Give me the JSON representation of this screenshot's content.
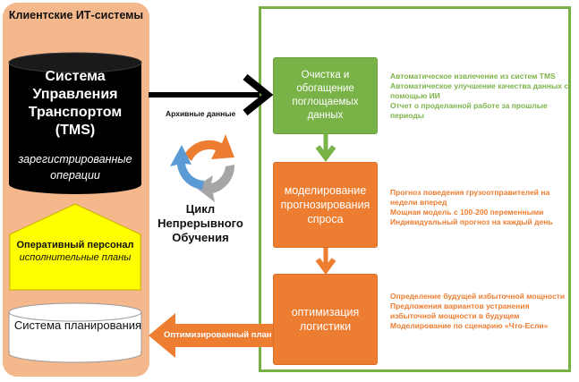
{
  "client_systems": {
    "title": "Клиентские ИТ-системы",
    "tms": {
      "title": "Система Управления Транспортом (TMS)",
      "subtitle": "зарегистрированные операции"
    },
    "staff": {
      "title": "Оперативный персонал",
      "subtitle": "исполнительные планы"
    },
    "planning": {
      "title": "Система планирования"
    }
  },
  "flow": {
    "archive_data_label": "Архивные данные",
    "cycle_label": "Цикл Непрерывного Обучения",
    "optimized_plan_label": "Оптимизированный план"
  },
  "stages": [
    {
      "title": "Очистка и обогащение поглощаемых данных",
      "notes": [
        "Автоматическое извлечение из систем TMS",
        "Автоматическое улучшение качества данных с помощью ИИ",
        "Отчет о проделанной работе за прошлые периоды"
      ]
    },
    {
      "title": "моделирование прогнозирования спроса",
      "notes": [
        "Прогноз поведения грузоотправителей на недели вперед",
        "Мощная модель с 100-200 переменными",
        "Индивидуальный прогноз на каждый день"
      ]
    },
    {
      "title": "оптимизация логистики",
      "notes": [
        "Определение будущей избыточной мощности",
        "Предложения вариантов устранения избыточной мощности в будущем",
        "Моделирование по сценарию «Что-Если»"
      ]
    }
  ],
  "colors": {
    "panel_left": "#f5b78c",
    "panel_right_border": "#77b043",
    "green": "#79b247",
    "orange": "#ed7d31",
    "tms_cylinder": "#000000",
    "staff_house": "#ffff00",
    "cycle_blue": "#5b9bd5",
    "cycle_orange": "#ed7d31",
    "cycle_gray": "#a5a5a5"
  }
}
